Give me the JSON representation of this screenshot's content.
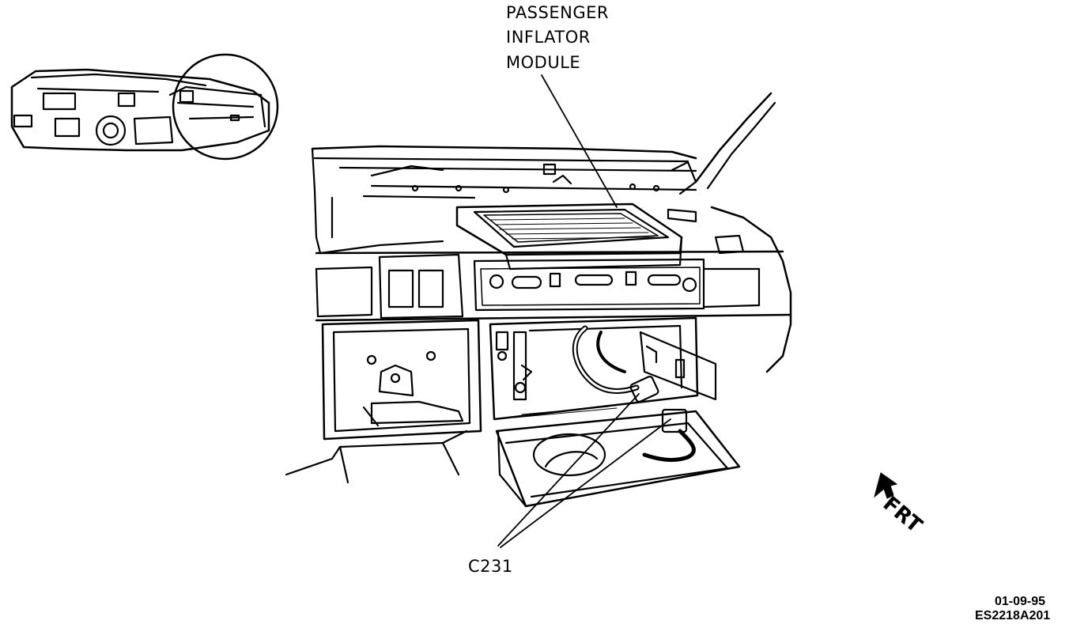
{
  "labels": {
    "module_line1": "PASSENGER",
    "module_line2": "INFLATOR",
    "module_line3": "MODULE",
    "connector": "C231",
    "front": "FRT"
  },
  "figure_code": {
    "date": "01-09-95",
    "id": "ES2218A201"
  },
  "icons": [
    "front-direction-arrow-icon"
  ],
  "colors": {
    "ink": "#000000",
    "paper": "#ffffff"
  }
}
